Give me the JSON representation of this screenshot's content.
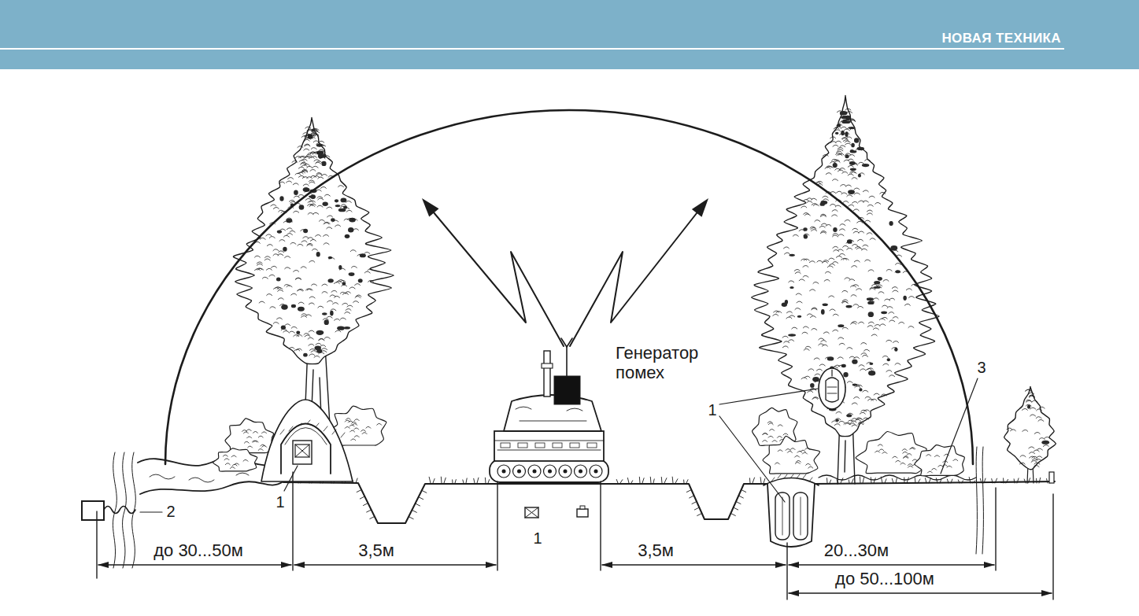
{
  "diagram": {
    "labels": [
      "НОВАЯ ТЕХНИКА",
      "Генератор помех",
      "1",
      "3",
      "2",
      "1",
      "1",
      "до 30...50м",
      "3,5м",
      "3,5м",
      "20...30м",
      "до 50...100м"
    ]
  }
}
